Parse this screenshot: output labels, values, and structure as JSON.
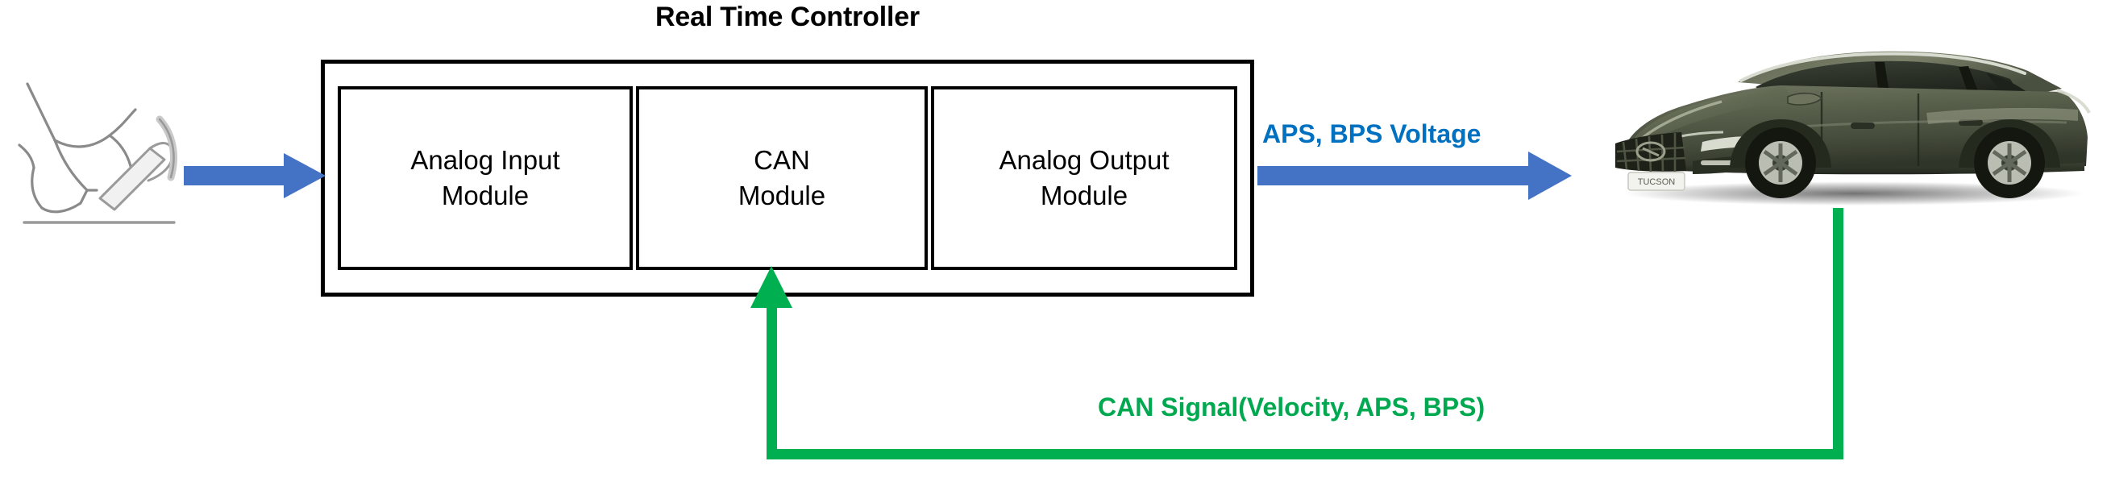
{
  "diagram": {
    "title": "Real Time Controller",
    "controller": {
      "title": "Real Time Controller",
      "modules": [
        {
          "name": "analog-input-module",
          "label": "Analog Input\nModule"
        },
        {
          "name": "can-module",
          "label": "CAN\nModule"
        },
        {
          "name": "analog-output-module",
          "label": "Analog Output\nModule"
        }
      ]
    },
    "signals": [
      {
        "name": "pedal-input-signal",
        "label": "",
        "color": "#4472C4",
        "from": "pedal",
        "to": "analog-input-module",
        "direction": "right"
      },
      {
        "name": "aps-bps-voltage-signal",
        "label": "APS, BPS Voltage",
        "color": "#4472C4",
        "text_color": "#0070C0",
        "from": "analog-output-module",
        "to": "vehicle",
        "direction": "right"
      },
      {
        "name": "can-feedback-signal",
        "label": "CAN Signal(Velocity, APS, BPS)",
        "color": "#00B050",
        "text_color": "#00A84F",
        "from": "vehicle",
        "to": "can-module",
        "direction": "up"
      }
    ],
    "actors": [
      {
        "name": "driver-pedal",
        "label": "",
        "type": "line-art-foot-on-pedal"
      },
      {
        "name": "vehicle",
        "label": "TUCSON",
        "type": "suv-photo",
        "body_color": "#4d5443"
      }
    ]
  }
}
